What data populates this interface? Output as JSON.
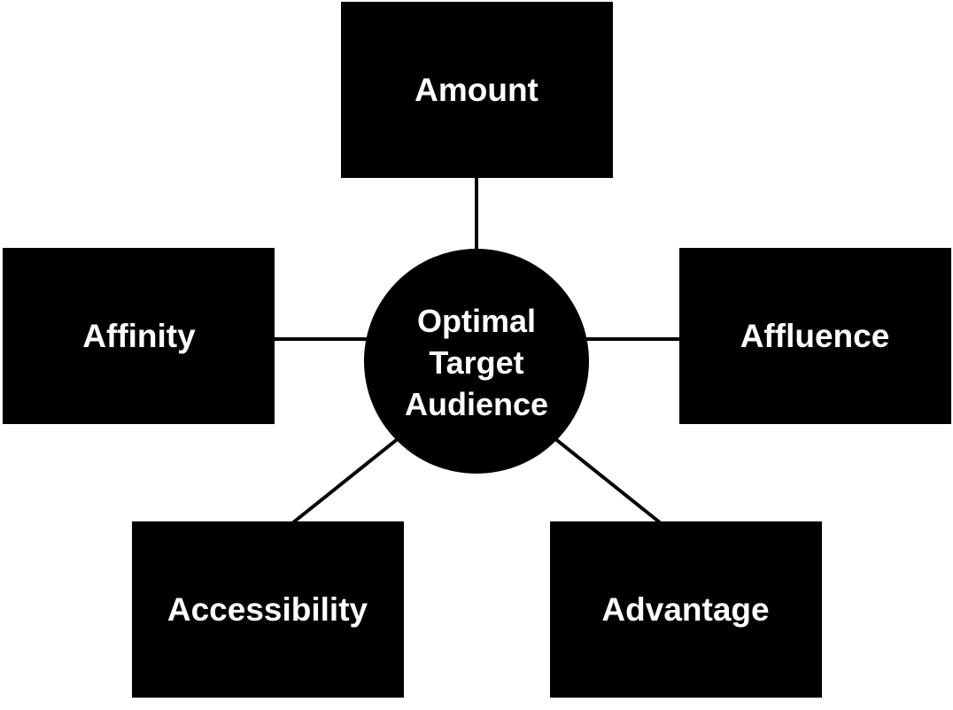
{
  "diagram": {
    "type": "hub-and-spoke",
    "colors": {
      "box_fill": "#000000",
      "text": "#ffffff",
      "connector": "#000000",
      "background": "#ffffff"
    },
    "center": {
      "lines": [
        "Optimal",
        "Target",
        "Audience"
      ]
    },
    "nodes": [
      {
        "label": "Amount"
      },
      {
        "label": "Affinity"
      },
      {
        "label": "Affluence"
      },
      {
        "label": "Accessibility"
      },
      {
        "label": "Advantage"
      }
    ]
  }
}
